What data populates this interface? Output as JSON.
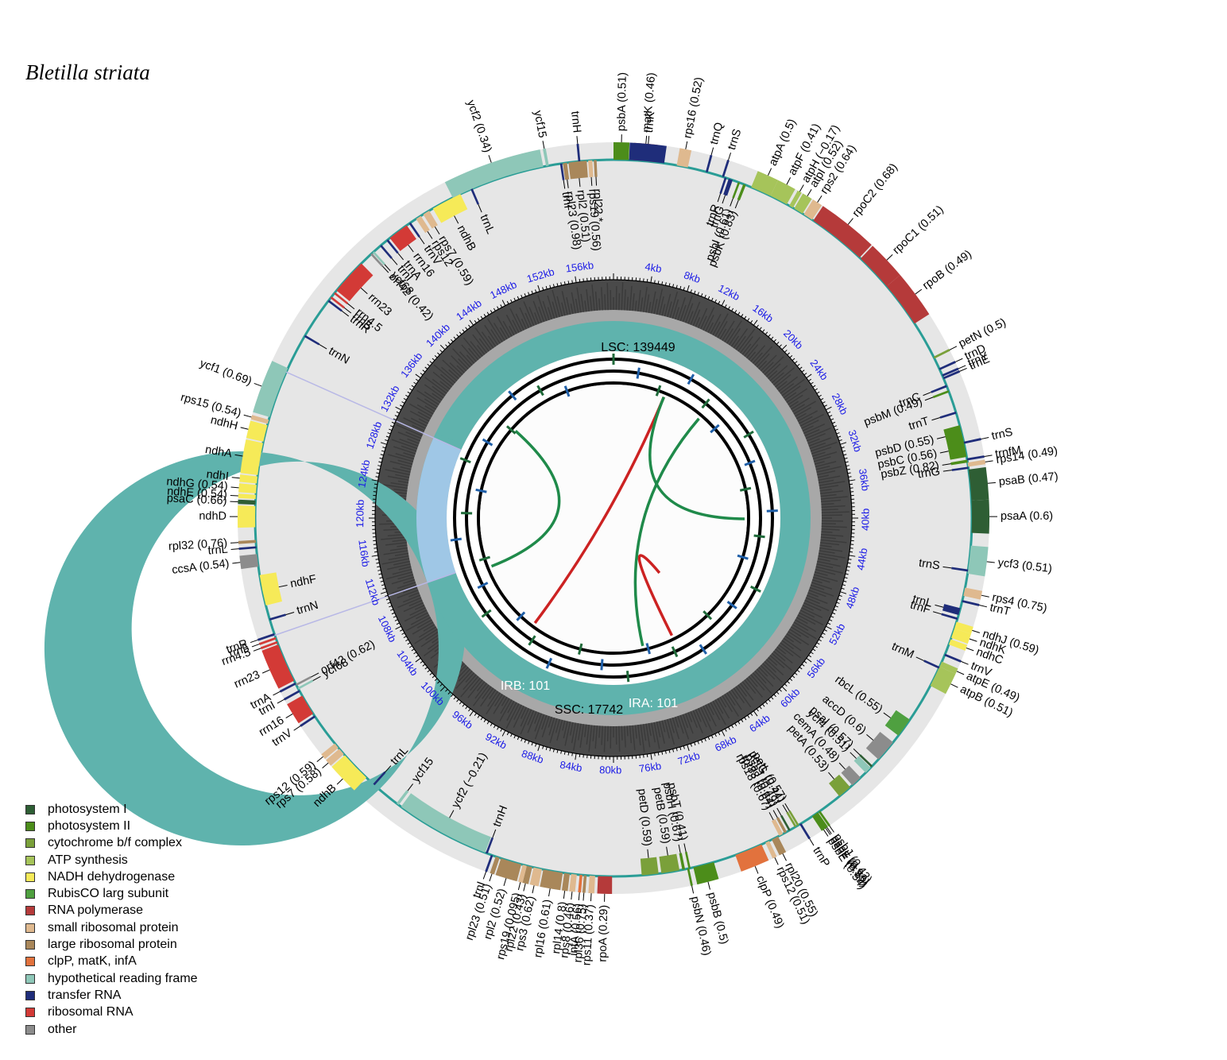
{
  "title": "Bletilla striata",
  "regions": {
    "lsc_label": "LSC: 139449",
    "ssc_label": "SSC: 17742",
    "ira_label": "IRA: 101",
    "irb_label": "IRB: 101"
  },
  "legend": [
    {
      "label": "photosystem I",
      "color": "#2e5e34"
    },
    {
      "label": "photosystem II",
      "color": "#4c8d1a"
    },
    {
      "label": "cytochrome b/f complex",
      "color": "#7aa03a"
    },
    {
      "label": "ATP synthesis",
      "color": "#a6c45a"
    },
    {
      "label": "NADH dehydrogenase",
      "color": "#f6ea58"
    },
    {
      "label": "RubisCO larg subunit",
      "color": "#4fa040"
    },
    {
      "label": "RNA polymerase",
      "color": "#b53a3a"
    },
    {
      "label": "small ribosomal protein",
      "color": "#dfb98f"
    },
    {
      "label": "large ribosomal protein",
      "color": "#a9875a"
    },
    {
      "label": "clpP, matK, infA",
      "color": "#e2723d"
    },
    {
      "label": "hypothetical reading frame",
      "color": "#8ec7b8"
    },
    {
      "label": "transfer RNA",
      "color": "#1f2d7a"
    },
    {
      "label": "ribosomal RNA",
      "color": "#d33a36"
    },
    {
      "label": "other",
      "color": "#8c8c8c"
    }
  ],
  "ticks": [
    "4kb",
    "8kb",
    "12kb",
    "16kb",
    "20kb",
    "24kb",
    "28kb",
    "32kb",
    "36kb",
    "40kb",
    "44kb",
    "48kb",
    "52kb",
    "56kb",
    "60kb",
    "64kb",
    "68kb",
    "72kb",
    "76kb",
    "80kb",
    "84kb",
    "88kb",
    "92kb",
    "96kb",
    "100kb",
    "104kb",
    "108kb",
    "112kb",
    "116kb",
    "120kb",
    "124kb",
    "128kb",
    "132kb",
    "136kb",
    "140kb",
    "144kb",
    "148kb",
    "152kb",
    "156kb"
  ],
  "genes_outer": [
    {
      "label": "psbA (0.51)",
      "start": 0,
      "end": 1.08,
      "color": "#4c8d1a"
    },
    {
      "label": "matK (0.46)",
      "start": 1.4,
      "end": 2.98,
      "color": "#b53a3a"
    },
    {
      "label": "trnK",
      "start": 1.1,
      "end": 3.6,
      "color": "#1f2d7a"
    },
    {
      "label": "rps16 (0.52)",
      "start": 4.5,
      "end": 5.3,
      "color": "#dfb98f"
    },
    {
      "label": "trnQ",
      "start": 6.6,
      "end": 6.7,
      "color": "#1f2d7a"
    },
    {
      "label": "trnS",
      "start": 7.8,
      "end": 7.9,
      "color": "#1f2d7a"
    },
    {
      "label": "atpA (0.5)",
      "start": 10.0,
      "end": 11.5,
      "color": "#a6c45a"
    },
    {
      "label": "atpF (0.41)",
      "start": 11.5,
      "end": 12.8,
      "color": "#a6c45a"
    },
    {
      "label": "atpH (−0.17)",
      "start": 13.0,
      "end": 13.3,
      "color": "#a6c45a"
    },
    {
      "label": "atpI (0.52)",
      "start": 13.4,
      "end": 14.1,
      "color": "#a6c45a"
    },
    {
      "label": "rps2 (0.64)",
      "start": 14.2,
      "end": 14.9,
      "color": "#dfb98f"
    },
    {
      "label": "rpoC2 (0.68)",
      "start": 15.0,
      "end": 19.2,
      "color": "#b53a3a"
    },
    {
      "label": "rpoC1 (0.51)",
      "start": 19.3,
      "end": 22.0,
      "color": "#b53a3a"
    },
    {
      "label": "rpoB (0.49)",
      "start": 22.0,
      "end": 25.3,
      "color": "#b53a3a"
    },
    {
      "label": "petN (0.5)",
      "start": 28.0,
      "end": 28.1,
      "color": "#7aa03a"
    },
    {
      "label": "trnD",
      "start": 28.9,
      "end": 29.0,
      "color": "#1f2d7a"
    },
    {
      "label": "trnY",
      "start": 29.4,
      "end": 29.5,
      "color": "#1f2d7a"
    },
    {
      "label": "trnE",
      "start": 29.6,
      "end": 29.7,
      "color": "#1f2d7a"
    },
    {
      "label": "trnS",
      "start": 34.4,
      "end": 34.5,
      "color": "#1f2d7a"
    },
    {
      "label": "trnfM",
      "start": 35.6,
      "end": 35.7,
      "color": "#1f2d7a"
    },
    {
      "label": "rps14 (0.49)",
      "start": 35.9,
      "end": 36.2,
      "color": "#dfb98f"
    },
    {
      "label": "psaB (0.47)",
      "start": 36.4,
      "end": 38.6,
      "color": "#2e5e34"
    },
    {
      "label": "psaA (0.6)",
      "start": 38.6,
      "end": 40.9,
      "color": "#2e5e34"
    },
    {
      "label": "ycf3 (0.51)",
      "start": 41.8,
      "end": 43.8,
      "color": "#8ec7b8"
    },
    {
      "label": "rps4 (0.75)",
      "start": 44.8,
      "end": 45.4,
      "color": "#dfb98f"
    },
    {
      "label": "trnT",
      "start": 45.7,
      "end": 45.8,
      "color": "#1f2d7a"
    },
    {
      "label": "ndhJ (0.59)",
      "start": 47.3,
      "end": 47.8,
      "color": "#f6ea58"
    },
    {
      "label": "ndhK",
      "start": 47.8,
      "end": 48.5,
      "color": "#f6ea58"
    },
    {
      "label": "ndhC",
      "start": 48.6,
      "end": 49.0,
      "color": "#f6ea58"
    },
    {
      "label": "trnV",
      "start": 49.7,
      "end": 49.8,
      "color": "#1f2d7a"
    },
    {
      "label": "atpE (0.49)",
      "start": 50.3,
      "end": 50.7,
      "color": "#a6c45a"
    },
    {
      "label": "atpB (0.51)",
      "start": 50.7,
      "end": 52.2,
      "color": "#a6c45a"
    },
    {
      "label": "psbJ (0.42)",
      "start": 64.1,
      "end": 64.2,
      "color": "#4c8d1a"
    },
    {
      "label": "psbL (0.93)",
      "start": 64.3,
      "end": 64.4,
      "color": "#4c8d1a"
    },
    {
      "label": "psbF (0.59)",
      "start": 64.4,
      "end": 64.5,
      "color": "#4c8d1a"
    },
    {
      "label": "psbE (0.54)",
      "start": 64.5,
      "end": 64.8,
      "color": "#4c8d1a"
    },
    {
      "label": "trnP",
      "start": 65.7,
      "end": 65.8,
      "color": "#1f2d7a"
    },
    {
      "label": "rpl20 (0.55)",
      "start": 67.6,
      "end": 68.1,
      "color": "#a9875a"
    },
    {
      "label": "rps12 (0.51)",
      "start": 68.3,
      "end": 68.6,
      "color": "#dfb98f"
    },
    {
      "label": "clpP (0.49)",
      "start": 68.9,
      "end": 70.9,
      "color": "#e2723d"
    },
    {
      "label": "psbB (0.5)",
      "start": 72.5,
      "end": 74.0,
      "color": "#4c8d1a"
    },
    {
      "label": "psbN (0.46)",
      "start": 74.3,
      "end": 74.4,
      "color": "#4c8d1a"
    },
    {
      "label": "rpoA (0.29)",
      "start": 79.8,
      "end": 80.8,
      "color": "#b53a3a"
    },
    {
      "label": "rps11 (0.37)",
      "start": 81.0,
      "end": 81.4,
      "color": "#dfb98f"
    },
    {
      "label": "rpl36 (0.75)",
      "start": 81.6,
      "end": 81.8,
      "color": "#a9875a"
    },
    {
      "label": "infA (0.56)",
      "start": 81.9,
      "end": 82.1,
      "color": "#e2723d"
    },
    {
      "label": "rps8 (0.46)",
      "start": 82.3,
      "end": 82.7,
      "color": "#dfb98f"
    },
    {
      "label": "rpl14 (0.8)",
      "start": 82.8,
      "end": 83.2,
      "color": "#a9875a"
    },
    {
      "label": "rpl16 (0.61)",
      "start": 83.3,
      "end": 84.7,
      "color": "#a9875a"
    },
    {
      "label": "rps3 (0.62)",
      "start": 84.8,
      "end": 85.4,
      "color": "#dfb98f"
    },
    {
      "label": "rpl22 (0.43)",
      "start": 85.5,
      "end": 85.9,
      "color": "#a9875a"
    },
    {
      "label": "rps19 (0.095)",
      "start": 85.9,
      "end": 86.2,
      "color": "#dfb98f"
    },
    {
      "label": "rpl2 (0.52)",
      "start": 86.3,
      "end": 87.8,
      "color": "#a9875a"
    },
    {
      "label": "rpl23 (0.51)",
      "start": 87.9,
      "end": 88.2,
      "color": "#a9875a"
    },
    {
      "label": "trnI",
      "start": 88.4,
      "end": 88.5,
      "color": "#1f2d7a"
    },
    {
      "label": "ndhB",
      "start": 99.0,
      "end": 101.2,
      "color": "#f6ea58"
    },
    {
      "label": "rps7 (0.58)",
      "start": 101.3,
      "end": 101.8,
      "color": "#dfb98f"
    },
    {
      "label": "rps12 (0.59)",
      "start": 101.9,
      "end": 102.3,
      "color": "#dfb98f"
    },
    {
      "label": "trnV",
      "start": 104.6,
      "end": 104.7,
      "color": "#1f2d7a"
    },
    {
      "label": "rrn16",
      "start": 104.9,
      "end": 106.4,
      "color": "#d33a36"
    },
    {
      "label": "trnI",
      "start": 106.7,
      "end": 106.8,
      "color": "#1f2d7a"
    },
    {
      "label": "trnA",
      "start": 107.3,
      "end": 107.4,
      "color": "#1f2d7a"
    },
    {
      "label": "rrn23",
      "start": 107.6,
      "end": 110.4,
      "color": "#d33a36"
    },
    {
      "label": "rrn4.5",
      "start": 110.5,
      "end": 110.6,
      "color": "#d33a36"
    },
    {
      "label": "rrn5",
      "start": 110.8,
      "end": 110.9,
      "color": "#d33a36"
    },
    {
      "label": "trnR",
      "start": 111.1,
      "end": 111.2,
      "color": "#1f2d7a"
    },
    {
      "label": "ccsA (0.54)",
      "start": 116.1,
      "end": 117.0,
      "color": "#8c8c8c"
    },
    {
      "label": "trnL",
      "start": 117.4,
      "end": 117.5,
      "color": "#1f2d7a"
    },
    {
      "label": "rpl32 (0.76)",
      "start": 117.8,
      "end": 118.0,
      "color": "#a9875a"
    },
    {
      "label": "ndhD",
      "start": 118.9,
      "end": 120.4,
      "color": "#f6ea58"
    },
    {
      "label": "psaC (0.66)",
      "start": 120.5,
      "end": 120.8,
      "color": "#2e5e34"
    },
    {
      "label": "ndhE (0.54)",
      "start": 120.9,
      "end": 121.2,
      "color": "#f6ea58"
    },
    {
      "label": "ndhG (0.54)",
      "start": 121.3,
      "end": 121.9,
      "color": "#f6ea58"
    },
    {
      "label": "ndhI",
      "start": 122.0,
      "end": 122.5,
      "color": "#f6ea58"
    },
    {
      "label": "ndhA",
      "start": 122.6,
      "end": 124.9,
      "color": "#f6ea58"
    },
    {
      "label": "ndhH",
      "start": 125.0,
      "end": 126.2,
      "color": "#f6ea58"
    },
    {
      "label": "rps15 (0.54)",
      "start": 126.3,
      "end": 126.6,
      "color": "#dfb98f"
    },
    {
      "label": "ycf1 (0.69)",
      "start": 126.8,
      "end": 130.5,
      "color": "#8ec7b8"
    },
    {
      "label": "ycf2 (0.34)",
      "start": 147.6,
      "end": 154.4,
      "color": "#8ec7b8"
    },
    {
      "label": "ycf15",
      "start": 154.6,
      "end": 154.8,
      "color": "#8ec7b8"
    },
    {
      "label": "trnH",
      "start": 156.9,
      "end": 157.0,
      "color": "#1f2d7a"
    }
  ],
  "genes_inner": [
    {
      "label": "trnC",
      "start": 30.2,
      "end": 30.3,
      "color": "#1f2d7a"
    },
    {
      "label": "psbM (0.49)",
      "start": 30.6,
      "end": 30.7,
      "color": "#4c8d1a"
    },
    {
      "label": "trnT",
      "start": 32.2,
      "end": 32.3,
      "color": "#1f2d7a"
    },
    {
      "label": "psbD (0.55)",
      "start": 33.2,
      "end": 34.3,
      "color": "#4c8d1a"
    },
    {
      "label": "psbC (0.56)",
      "start": 34.2,
      "end": 35.5,
      "color": "#4c8d1a"
    },
    {
      "label": "psbZ (0.82)",
      "start": 35.7,
      "end": 35.9,
      "color": "#4c8d1a"
    },
    {
      "label": "trnG",
      "start": 36.2,
      "end": 36.3,
      "color": "#1f2d7a"
    },
    {
      "label": "trnS",
      "start": 43.5,
      "end": 43.6,
      "color": "#1f2d7a"
    },
    {
      "label": "trnL",
      "start": 46.3,
      "end": 46.8,
      "color": "#1f2d7a"
    },
    {
      "label": "trnF",
      "start": 47.0,
      "end": 47.1,
      "color": "#1f2d7a"
    },
    {
      "label": "trnM",
      "start": 50.7,
      "end": 50.8,
      "color": "#1f2d7a"
    },
    {
      "label": "rbcL (0.55)",
      "start": 55.0,
      "end": 56.4,
      "color": "#4fa040"
    },
    {
      "label": "accD (0.6)",
      "start": 57.0,
      "end": 58.6,
      "color": "#8c8c8c"
    },
    {
      "label": "psaI (0.57)",
      "start": 59.2,
      "end": 59.3,
      "color": "#2e5e34"
    },
    {
      "label": "ycf4 (0.51)",
      "start": 59.4,
      "end": 59.9,
      "color": "#8ec7b8"
    },
    {
      "label": "cemA (0.48)",
      "start": 60.4,
      "end": 61.2,
      "color": "#8c8c8c"
    },
    {
      "label": "petA (0.53)",
      "start": 61.4,
      "end": 62.4,
      "color": "#7aa03a"
    },
    {
      "label": "petL (0.57)",
      "start": 65.9,
      "end": 66.0,
      "color": "#7aa03a"
    },
    {
      "label": "petG (0.44)",
      "start": 66.1,
      "end": 66.2,
      "color": "#7aa03a"
    },
    {
      "label": "psaJ (0.49)",
      "start": 66.6,
      "end": 66.7,
      "color": "#2e5e34"
    },
    {
      "label": "rpl33 (0.64)",
      "start": 66.9,
      "end": 67.1,
      "color": "#a9875a"
    },
    {
      "label": "rps18 (0.67)",
      "start": 67.2,
      "end": 67.5,
      "color": "#dfb98f"
    },
    {
      "label": "psbT (0.41)",
      "start": 74.2,
      "end": 74.3,
      "color": "#4c8d1a"
    },
    {
      "label": "psbH (0.67)",
      "start": 74.6,
      "end": 74.8,
      "color": "#4c8d1a"
    },
    {
      "label": "petB (0.59)",
      "start": 75.0,
      "end": 76.3,
      "color": "#7aa03a"
    },
    {
      "label": "petD (0.59)",
      "start": 76.5,
      "end": 77.7,
      "color": "#7aa03a"
    },
    {
      "label": "trnH",
      "start": 88.8,
      "end": 88.9,
      "color": "#1f2d7a"
    },
    {
      "label": "ycf2 (−0.21)",
      "start": 89.0,
      "end": 95.8,
      "color": "#8ec7b8"
    },
    {
      "label": "ycf15",
      "start": 96.0,
      "end": 96.2,
      "color": "#8ec7b8"
    },
    {
      "label": "trnL",
      "start": 98.2,
      "end": 98.3,
      "color": "#1f2d7a"
    },
    {
      "label": "trnN",
      "start": 112.2,
      "end": 112.3,
      "color": "#1f2d7a"
    },
    {
      "label": "ndhF",
      "start": 113.3,
      "end": 115.5,
      "color": "#f6ea58"
    },
    {
      "label": "orf42 (0.62)",
      "start": 107.2,
      "end": 107.3,
      "color": "#8c8c8c"
    },
    {
      "label": "ycf68",
      "start": 106.9,
      "end": 107.0,
      "color": "#8ec7b8"
    },
    {
      "label": "trnN",
      "start": 133.0,
      "end": 133.1,
      "color": "#1f2d7a"
    },
    {
      "label": "orf42 (0.42)",
      "start": 140.5,
      "end": 140.6,
      "color": "#8c8c8c"
    },
    {
      "label": "ycf68",
      "start": 140.7,
      "end": 140.8,
      "color": "#8ec7b8"
    },
    {
      "label": "trnI",
      "start": 141.4,
      "end": 141.5,
      "color": "#1f2d7a"
    },
    {
      "label": "trnA",
      "start": 142.0,
      "end": 142.1,
      "color": "#1f2d7a"
    },
    {
      "label": "rrn23",
      "start": 137.0,
      "end": 139.6,
      "color": "#d33a36"
    },
    {
      "label": "rrn4.5",
      "start": 136.7,
      "end": 136.8,
      "color": "#d33a36"
    },
    {
      "label": "rrn5",
      "start": 136.3,
      "end": 136.4,
      "color": "#d33a36"
    },
    {
      "label": "trnR",
      "start": 136.0,
      "end": 136.1,
      "color": "#1f2d7a"
    },
    {
      "label": "rrn16",
      "start": 142.3,
      "end": 143.8,
      "color": "#d33a36"
    },
    {
      "label": "trnV",
      "start": 144.0,
      "end": 144.1,
      "color": "#1f2d7a"
    },
    {
      "label": "rps12",
      "start": 144.6,
      "end": 145.0,
      "color": "#dfb98f"
    },
    {
      "label": "rps7 (0.59)",
      "start": 145.2,
      "end": 145.7,
      "color": "#dfb98f"
    },
    {
      "label": "ndhB",
      "start": 146.0,
      "end": 148.2,
      "color": "#f6ea58"
    },
    {
      "label": "trnL",
      "start": 149.0,
      "end": 149.1,
      "color": "#1f2d7a"
    },
    {
      "label": "trnI",
      "start": 155.6,
      "end": 155.7,
      "color": "#1f2d7a"
    },
    {
      "label": "rpl23 (0.98)",
      "start": 155.8,
      "end": 156.1,
      "color": "#a9875a"
    },
    {
      "label": "rpl2 (0.51)",
      "start": 156.2,
      "end": 157.5,
      "color": "#a9875a"
    },
    {
      "label": "rps19 (0.56)",
      "start": 157.6,
      "end": 157.9,
      "color": "#dfb98f"
    },
    {
      "label": "rpl22 *",
      "start": 158.0,
      "end": 158.2,
      "color": "#a9875a"
    },
    {
      "label": "trnR",
      "start": 8.0,
      "end": 8.1,
      "color": "#1f2d7a"
    },
    {
      "label": "trnG",
      "start": 8.3,
      "end": 8.6,
      "color": "#1f2d7a"
    },
    {
      "label": "psbI (0.61)",
      "start": 9.0,
      "end": 9.1,
      "color": "#4c8d1a"
    },
    {
      "label": "psbK (0.83)",
      "start": 9.4,
      "end": 9.6,
      "color": "#4c8d1a"
    }
  ]
}
